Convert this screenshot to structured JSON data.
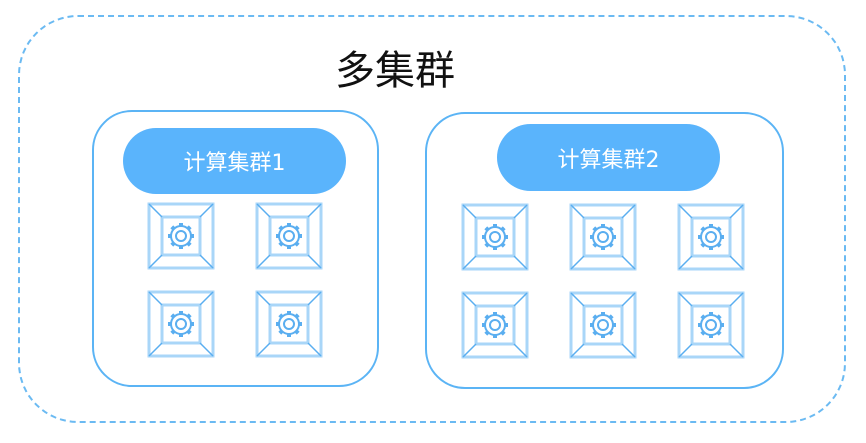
{
  "title": "多集群",
  "clusters": [
    {
      "label": "计算集群1",
      "nodes": 4,
      "columns": 2
    },
    {
      "label": "计算集群2",
      "nodes": 6,
      "columns": 3
    }
  ],
  "colors": {
    "border": "#5bb4f5",
    "pill": "#5ab4fc",
    "icon": "#5aaef0"
  }
}
